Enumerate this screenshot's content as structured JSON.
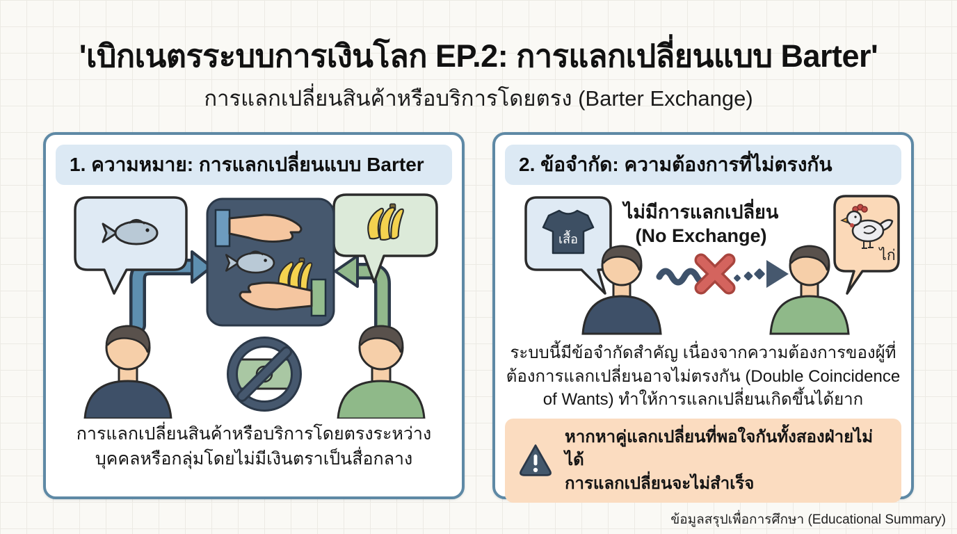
{
  "page": {
    "title": "'เบิกเนตรระบบการเงินโลก EP.2: การแลกเปลี่ยนแบบ Barter'",
    "subtitle": "การแลกเปลี่ยนสินค้าหรือบริการโดยตรง (Barter Exchange)",
    "footer": "ข้อมูลสรุปเพื่อการศึกษา (Educational Summary)"
  },
  "definition_panel": {
    "header": "1. ความหมาย: การแลกเปลี่ยนแบบ Barter",
    "caption_line1": "การแลกเปลี่ยนสินค้าหรือบริการโดยตรงระหว่าง",
    "caption_line2": "บุคคลหรือกลุ่มโดยไม่มีเงินตราเป็นสื่อกลาง"
  },
  "limitation_panel": {
    "header": "2. ข้อจำกัด: ความต้องการที่ไม่ตรงกัน",
    "shirt_label": "เสื้อ",
    "chicken_label": "ไก่",
    "no_exchange_line1": "ไม่มีการแลกเปลี่ยน",
    "no_exchange_line2": "(No Exchange)",
    "body_line1": "ระบบนี้มีข้อจำกัดสำคัญ เนื่องจากความต้องการของผู้ที่",
    "body_line2": "ต้องการแลกเปลี่ยนอาจไม่ตรงกัน (Double Coincidence",
    "body_line3": "of Wants) ทำให้การแลกเปลี่ยนเกิดขึ้นได้ยาก",
    "warning_line1": "หากหาคู่แลกเปลี่ยนที่พอใจกันทั้งสองฝ่ายไม่ได้",
    "warning_line2": "การแลกเปลี่ยนจะไม่สำเร็จ"
  },
  "icons": {
    "fish": "fish-icon",
    "bananas": "bananas-icon",
    "tshirt": "tshirt-icon",
    "chicken": "chicken-icon",
    "no_money": "no-money-icon",
    "warning": "warning-icon",
    "exchange_hands": "exchange-box-icon",
    "x_mark": "x-mark-icon"
  },
  "colors": {
    "panel_border": "#5E89A5",
    "panel_header_bg": "#DCE9F4",
    "warning_bg": "#FBDCC0",
    "navy": "#46586E",
    "person_navy_shirt": "#3E5068",
    "person_green_shirt": "#8FB989",
    "arrow_blue": "#5E8FB0",
    "arrow_green": "#92B88C",
    "x_red": "#D4645E",
    "banana_yellow": "#F4D24F"
  }
}
